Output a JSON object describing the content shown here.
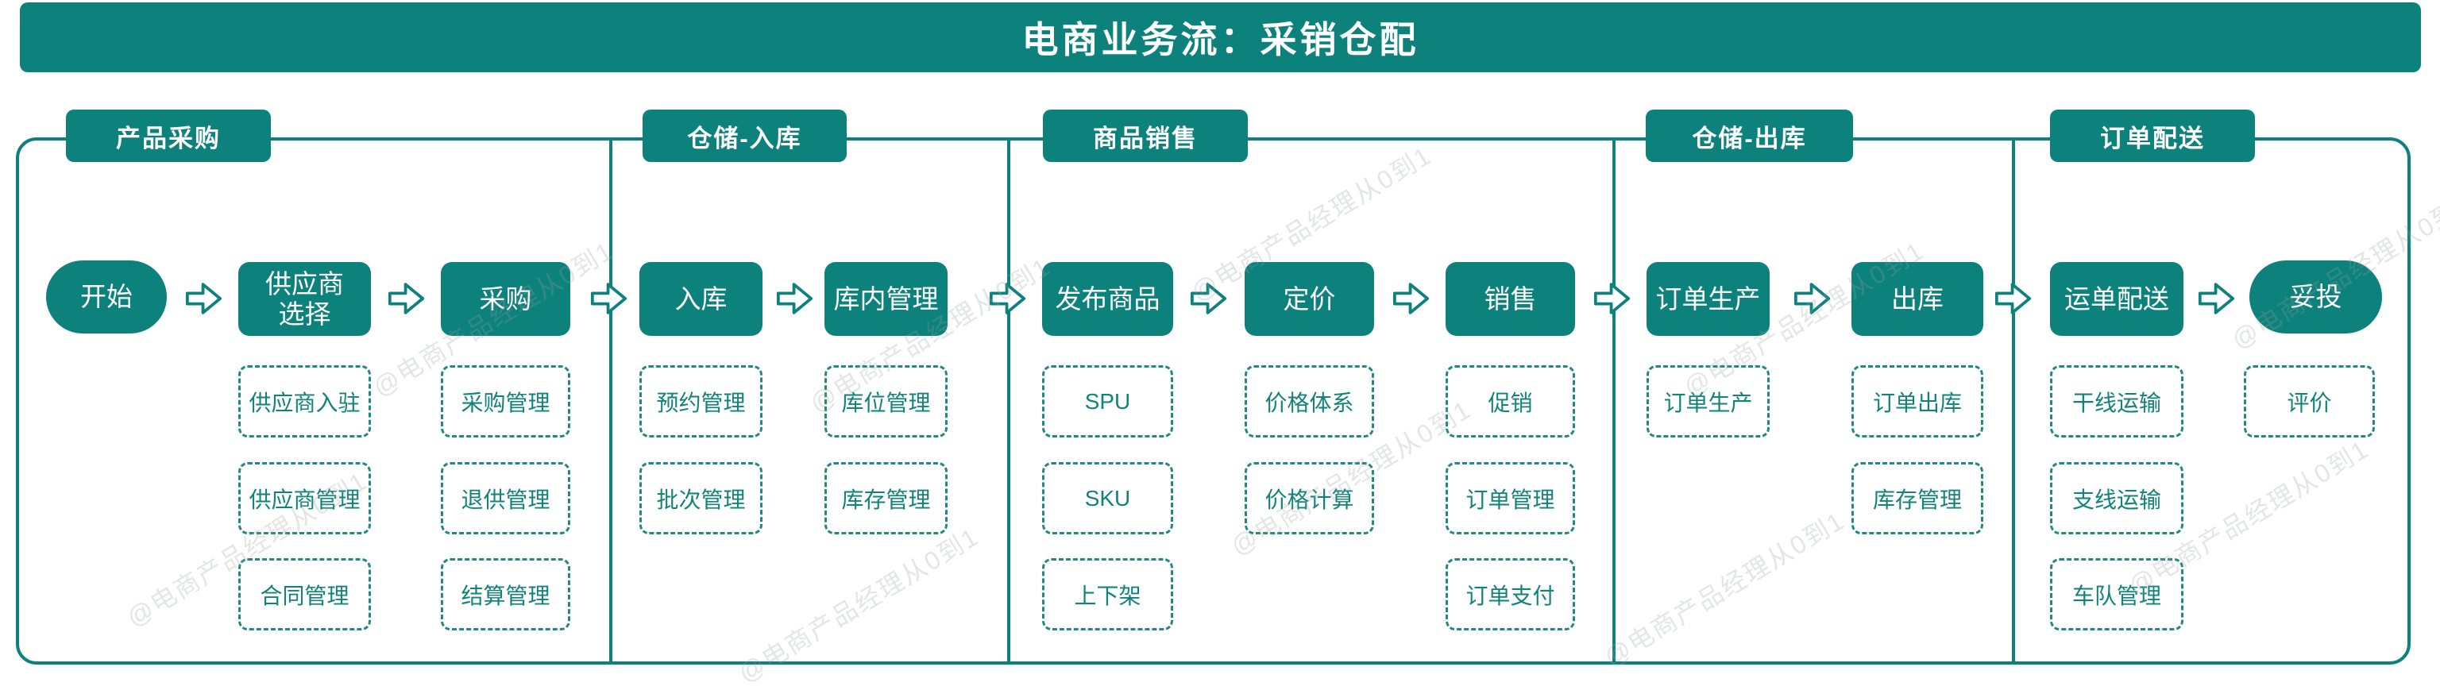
{
  "colors": {
    "teal": "#0d817b",
    "teal-border": "#23897f",
    "teal-text": "#12837a",
    "watermark": "#9aa0a3",
    "page-bg": "#ffffff"
  },
  "header": {
    "title": "电商业务流：采销仓配"
  },
  "watermark": {
    "text": "@电商产品经理从0到1"
  },
  "icons": {
    "flow_arrow": "hollow-right-block-arrow"
  },
  "sections": [
    {
      "label": "产品采购"
    },
    {
      "label": "仓储-入库"
    },
    {
      "label": "商品销售"
    },
    {
      "label": "仓储-出库"
    },
    {
      "label": "订单配送"
    }
  ],
  "flow": {
    "start": "开始",
    "supplier_line1": "供应商",
    "supplier_line2": "选择",
    "nodes": [
      "采购",
      "入库",
      "库内管理",
      "发布商品",
      "定价",
      "销售",
      "订单生产",
      "出库",
      "运单配送"
    ],
    "end": "妥投"
  },
  "subs": {
    "supplier": [
      "供应商入驻",
      "供应商管理",
      "合同管理"
    ],
    "purchase": [
      "采购管理",
      "退供管理",
      "结算管理"
    ],
    "inbound": [
      "预约管理",
      "批次管理"
    ],
    "warehouse": [
      "库位管理",
      "库存管理"
    ],
    "publish": [
      "SPU",
      "SKU",
      "上下架"
    ],
    "pricing": [
      "价格体系",
      "价格计算"
    ],
    "sales": [
      "促销",
      "订单管理",
      "订单支付"
    ],
    "order_production": [
      "订单生产"
    ],
    "outbound": [
      "订单出库",
      "库存管理"
    ],
    "delivery": [
      "干线运输",
      "支线运输",
      "车队管理"
    ],
    "delivered": [
      "评价"
    ]
  }
}
